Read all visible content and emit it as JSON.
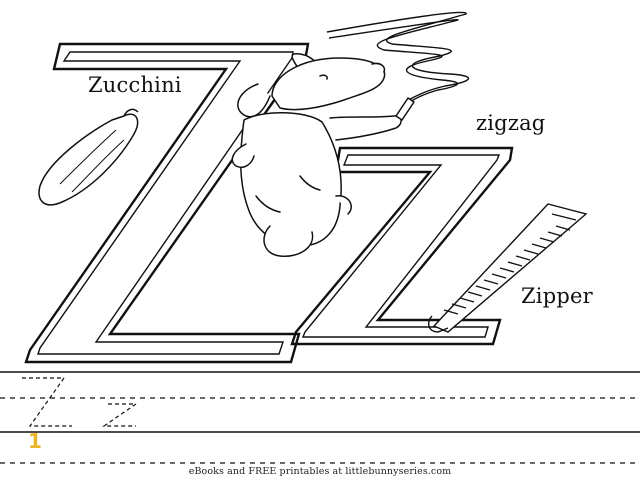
{
  "worksheet": {
    "letter_upper": "Z",
    "letter_lower": "z",
    "words": {
      "zucchini": "Zucchini",
      "zigzag": "zigzag",
      "zipper": "Zipper"
    },
    "tracing_number": "1",
    "footer": "eBooks and FREE printables at littlebunnyseries.com"
  },
  "icons": {
    "bunny": "bunny-drawing-icon",
    "zucchini": "zucchini-icon",
    "zipper": "zipper-icon",
    "zigzag_trail": "zigzag-trail-icon"
  },
  "colors": {
    "ink": "#111111",
    "paper": "#ffffff",
    "number_accent": "#e8b52b"
  }
}
